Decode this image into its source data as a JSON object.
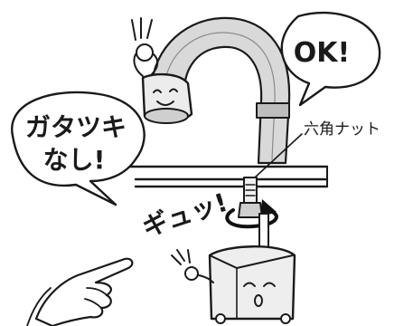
{
  "bubbles": {
    "ok": "OK!",
    "no_wobble_line1": "ガタツキ",
    "no_wobble_line2": "なし!"
  },
  "callout": {
    "hex_nut_label": "六角ナット"
  },
  "sound_effect": "ギュッ!",
  "colors": {
    "ink": "#1a1a1a",
    "spout_gray": "#b9b9b9",
    "faucet_gray": "#d4d4d4",
    "box_gray": "#e4e4e4",
    "arrow_black": "#111111"
  },
  "icons": [
    "ok-hand-icon",
    "pointing-hand-icon",
    "rotate-arrow-icon"
  ]
}
